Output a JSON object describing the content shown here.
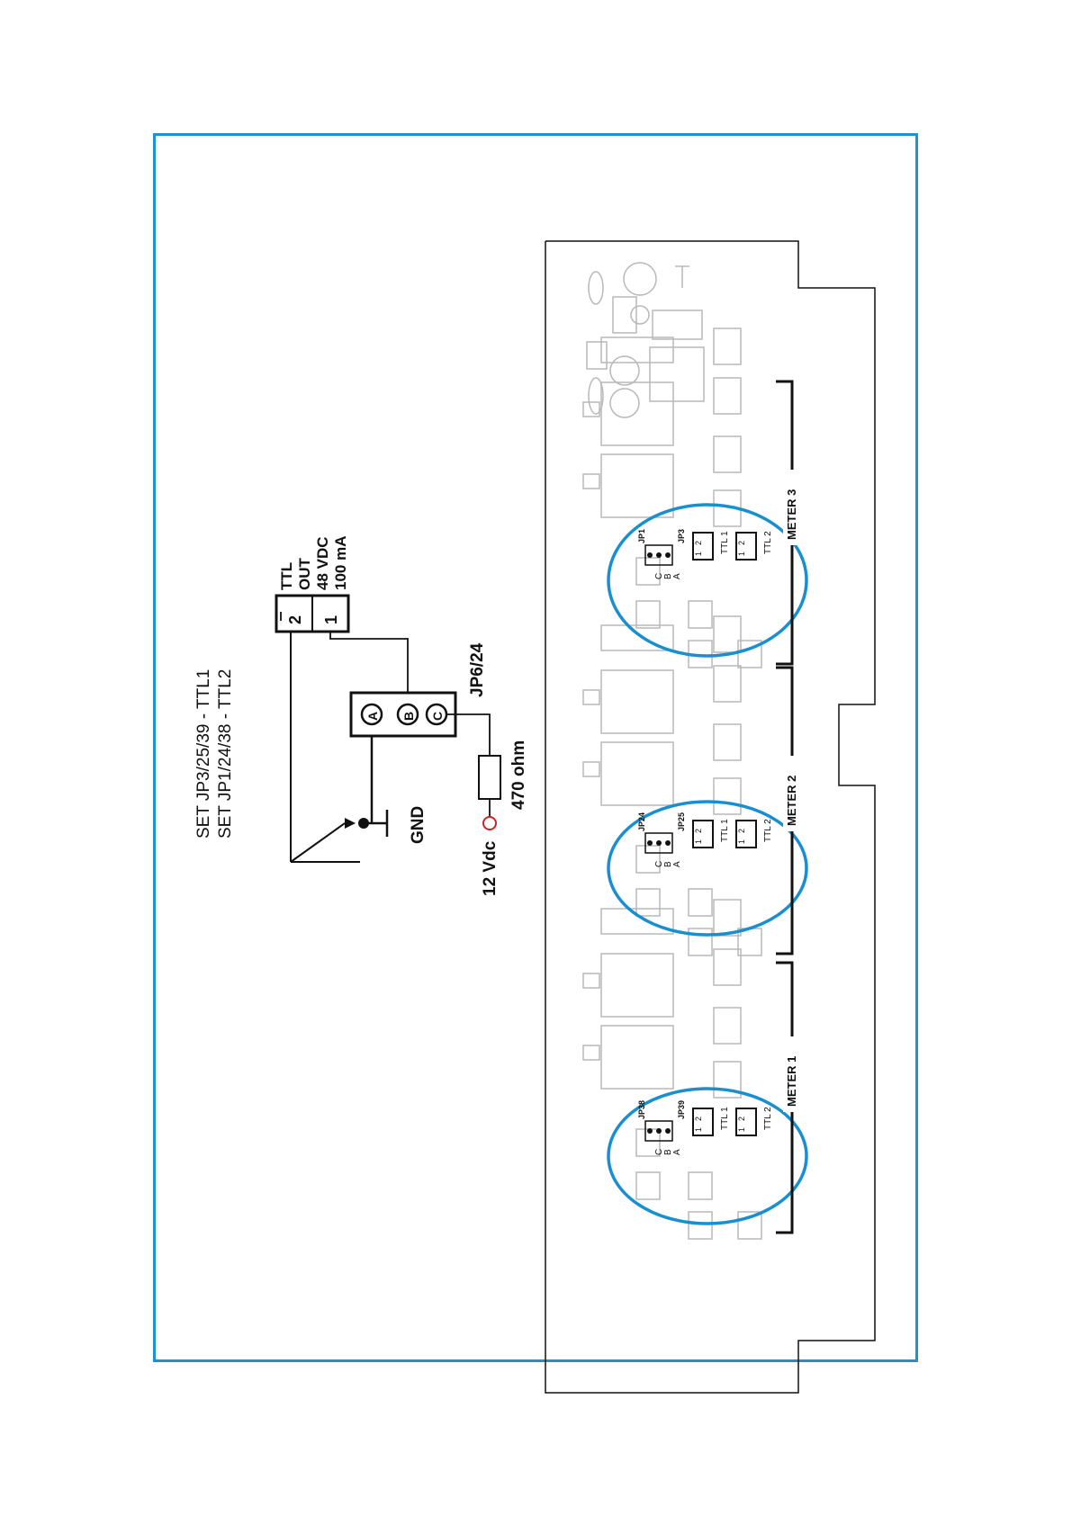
{
  "colors": {
    "frame": "#1e90d6",
    "highlight": "#1a8fd0",
    "ink": "#111111",
    "pcb_faint": "#b8b8b8",
    "supply_dot": "#cc2222"
  },
  "setup": {
    "line1": "SET JP3/25/39  - TTL1",
    "line2": "SET JP1/24/38  - TTL2"
  },
  "ttl_connector": {
    "pin2": "2",
    "pin1": "1",
    "label1": "TTL",
    "label2": "OUT",
    "label3": "48 VDC",
    "label4": "100 mA"
  },
  "jumper_block": {
    "a": "A",
    "b": "B",
    "c": "C",
    "label": "JP6/24"
  },
  "resistor": {
    "label": "470 ohm"
  },
  "supply": {
    "label": "12 Vdc"
  },
  "ground": {
    "label": "GND"
  },
  "board": {
    "meters": [
      "METER 1",
      "METER 2",
      "METER 3"
    ],
    "groups": [
      {
        "jp_top": "JP38",
        "jp_bottom": "JP39",
        "c": "C",
        "b": "B",
        "a": "A",
        "ttl1": "TTL 1",
        "ttl2": "TTL 2",
        "pin2": "2",
        "pin1": "1"
      },
      {
        "jp_top": "JP24",
        "jp_bottom": "JP25",
        "c": "C",
        "b": "B",
        "a": "A",
        "ttl1": "TTL 1",
        "ttl2": "TTL 2",
        "pin2": "2",
        "pin1": "1"
      },
      {
        "jp_top": "JP1",
        "jp_bottom": "JP3",
        "c": "C",
        "b": "B",
        "a": "A",
        "ttl1": "TTL 1",
        "ttl2": "TTL 2",
        "pin2": "2",
        "pin1": "1"
      }
    ]
  }
}
